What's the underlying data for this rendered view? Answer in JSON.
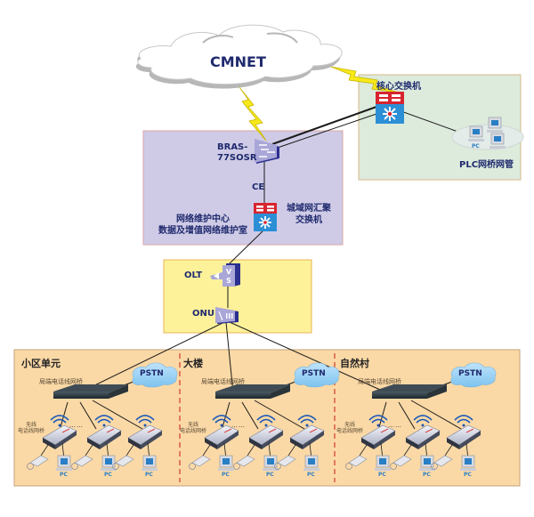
{
  "cloud": {
    "label": "CMNET"
  },
  "core_zone": {
    "switch_label": "核心交换机",
    "plc_label": "PLC网桥网管",
    "pc_label": "PC",
    "bg_color": "#dcebdc",
    "border_color": "#d9b88a"
  },
  "metro_zone": {
    "bras_label_line1": "BRAS-",
    "bras_label_line2": "77SOSR",
    "ce_label": "CE",
    "agg_switch_line1": "城域网汇聚",
    "agg_switch_line2": "交换机",
    "center_line1": "网络维护中心",
    "center_line2": "数据及增值网络维护室",
    "bg_color": "#cfcbe6",
    "border_color": "#d9a5a5"
  },
  "access_zone": {
    "olt_label": "OLT",
    "onu_label": "ONU",
    "bg_color": "#fdf29a",
    "border_color": "#e8b45a"
  },
  "sites": [
    {
      "title": "小区单元",
      "bridge_label": "局端电话线网桥",
      "pstn_label": "PSTN",
      "wireless_label_line1": "无线",
      "wireless_label_line2": "电话线网桥",
      "ellipsis": "……",
      "pc_labels": [
        "PC",
        "PC",
        "PC"
      ]
    },
    {
      "title": "大楼",
      "bridge_label": "局端电话线网桥",
      "pstn_label": "PSTN",
      "wireless_label_line1": "无线",
      "wireless_label_line2": "电话线网桥",
      "ellipsis": "……",
      "pc_labels": [
        "PC",
        "PC",
        "PC"
      ]
    },
    {
      "title": "自然村",
      "bridge_label": "局端电话线网桥",
      "pstn_label": "PSTN",
      "wireless_label_line1": "无线",
      "wireless_label_line2": "电话线网桥",
      "ellipsis": "……",
      "pc_labels": [
        "PC",
        "PC",
        "PC"
      ]
    }
  ],
  "colors": {
    "site_bg": "#fbd9a6",
    "site_border": "#c7a27a",
    "divider": "#d23a2a",
    "lightning": "#f7e81a",
    "switch_red": "#d8242f",
    "switch_blue": "#2c8fd6",
    "device_purple": "#a9a6d8",
    "device_dark": "#2b2f8f",
    "text_navy": "#1f2a6e"
  }
}
